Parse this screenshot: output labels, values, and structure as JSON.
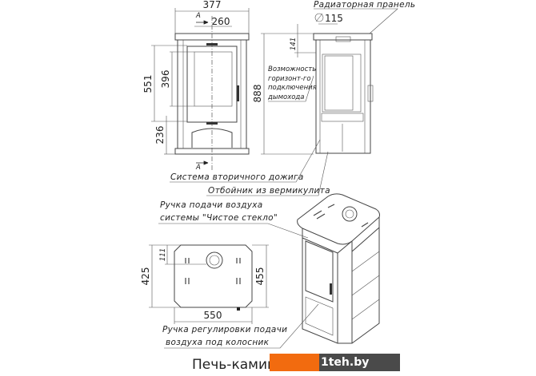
{
  "dimensions": {
    "width_377": "377",
    "glass_260": "260",
    "height_551": "551",
    "glass_396": "396",
    "bottom_236": "236",
    "total_888": "888",
    "offset_141": "141",
    "flue_115": "115",
    "top_425": "425",
    "top_111": "111",
    "top_455": "455",
    "top_550": "550",
    "section_a_top": "A",
    "section_a_bottom": "A"
  },
  "labels": {
    "radiator_panel": "Радиаторная пранель",
    "horizontal_connection": [
      "Возможность",
      "горизонт-го",
      "подключения",
      "дымохода"
    ],
    "secondary_burn": "Система вторичного дожига",
    "vermiculite": "Отбойник из вермикулита",
    "clean_glass_handle": [
      "Ручка подачи воздуха",
      "системы \"Чистое стекло\""
    ],
    "grate_air_handle": [
      "Ручка регулировки подачи",
      "воздуха под колосник"
    ]
  },
  "title": "Печь-камин",
  "watermark": "1teh.by",
  "colors": {
    "watermark_orange": "#f26b0f",
    "watermark_dark": "#4a4a4a"
  }
}
